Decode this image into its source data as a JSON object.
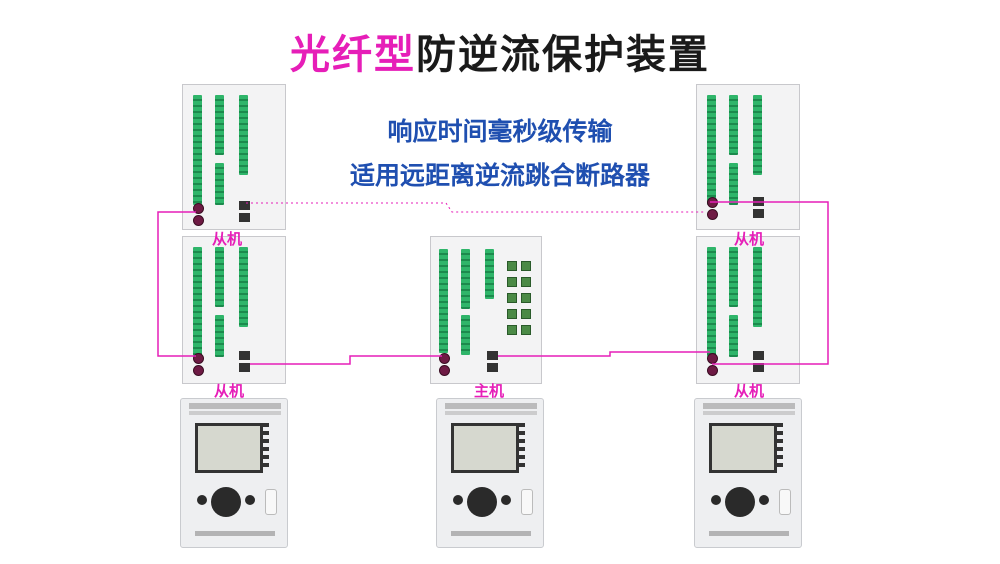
{
  "title": {
    "highlight": "光纤型",
    "rest": "防逆流保护装置",
    "highlight_color": "#e61eb8",
    "text_color": "#1a1a1a"
  },
  "subtitles": {
    "line1": "响应时间毫秒级传输",
    "line2": "适用远距离逆流跳合断路器",
    "color": "#1f4fb0"
  },
  "labels": {
    "slave_top_left": "从机",
    "slave_bottom_left": "从机",
    "master": "主机",
    "slave_top_right": "从机",
    "slave_bottom_right": "从机",
    "color": "#e61eb8"
  },
  "link_color": "#e61eb8"
}
